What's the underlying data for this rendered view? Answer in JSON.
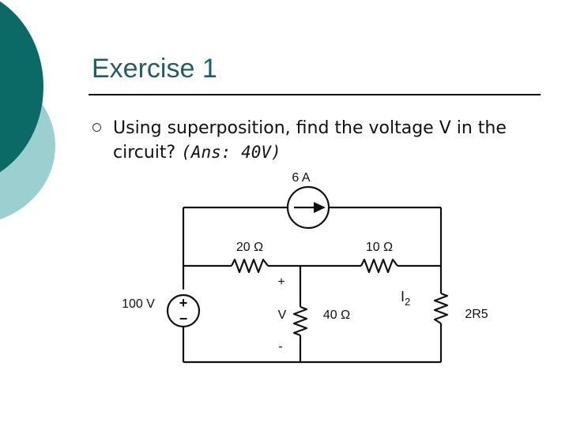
{
  "slide": {
    "title": "Exercise 1",
    "bullet": {
      "text": "Using superposition, find the voltage V in the circuit?",
      "answer": "(Ans: 40V)"
    }
  },
  "colors": {
    "title": "#1f5f63",
    "deco_dark": "#0b6a66",
    "deco_light": "#9ccfcf"
  },
  "circuit": {
    "current_source_label": "6 A",
    "voltage_source_label": "100 V",
    "voltage_source_plus": "+",
    "voltage_source_minus": "−",
    "r_20_label": "20 Ω",
    "r_10_label": "10 Ω",
    "r_40_label": "40 Ω",
    "r_2r5_label": "2R5",
    "v_label": "V",
    "v_plus": "+",
    "v_minus": "-",
    "i2_main": "I",
    "i2_sub": "2"
  }
}
